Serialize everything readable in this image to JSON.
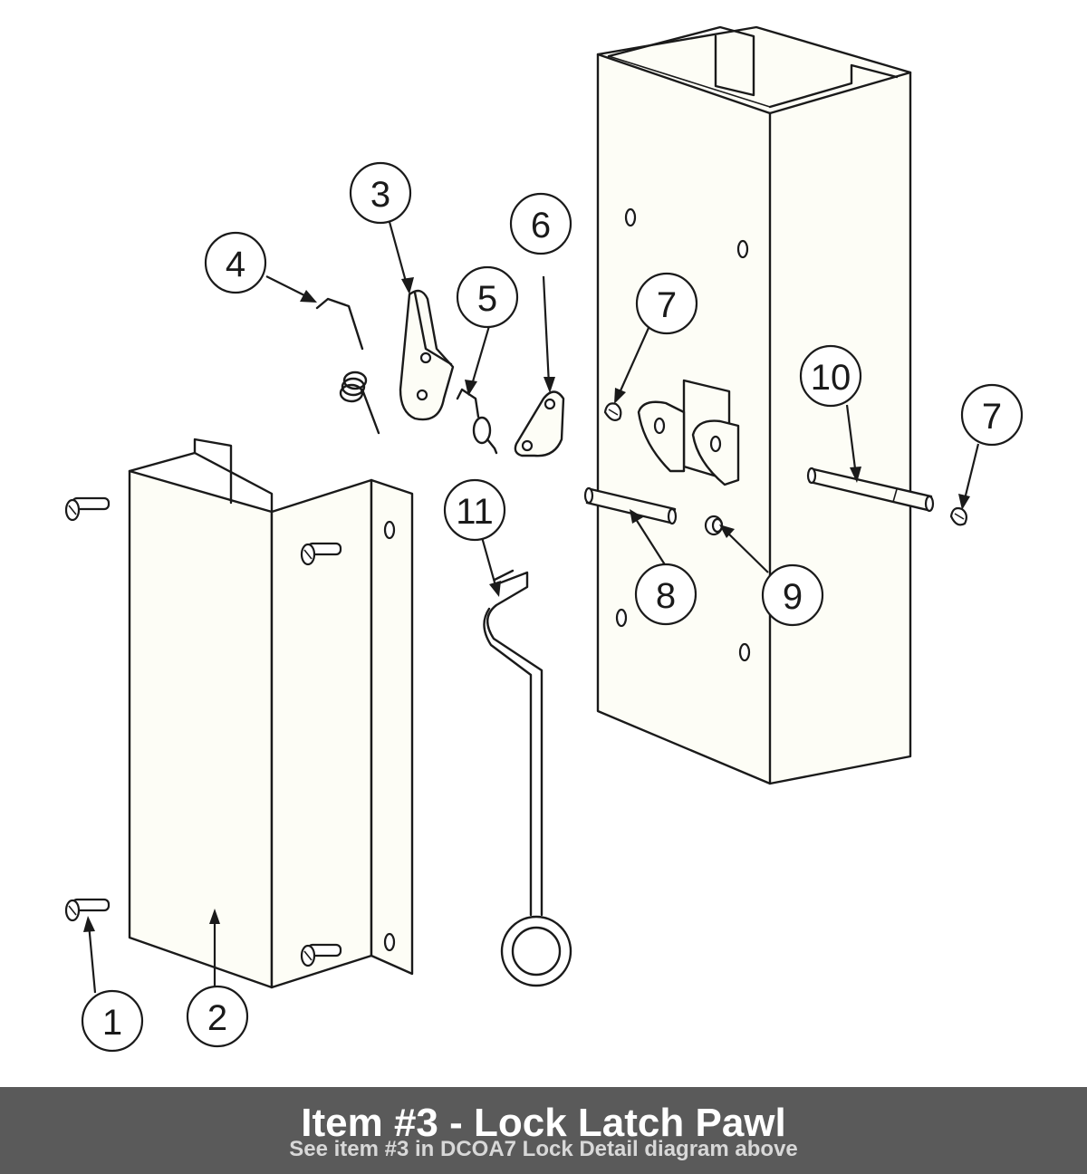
{
  "callouts": [
    {
      "id": "c1",
      "label": "1"
    },
    {
      "id": "c2",
      "label": "2"
    },
    {
      "id": "c3",
      "label": "3"
    },
    {
      "id": "c4",
      "label": "4"
    },
    {
      "id": "c5",
      "label": "5"
    },
    {
      "id": "c6",
      "label": "6"
    },
    {
      "id": "c7a",
      "label": "7"
    },
    {
      "id": "c7b",
      "label": "7"
    },
    {
      "id": "c8",
      "label": "8"
    },
    {
      "id": "c9",
      "label": "9"
    },
    {
      "id": "c10",
      "label": "10"
    },
    {
      "id": "c11",
      "label": "11"
    }
  ],
  "caption": {
    "title": "Item #3 - Lock Latch Pawl",
    "subtitle": "See item #3 in DCOA7 Lock Detail diagram above"
  },
  "colors": {
    "caption_background": "#5a5a5a",
    "caption_text": "#ffffff",
    "line_art": "#1a1a1a",
    "paper": "#ffffff"
  }
}
